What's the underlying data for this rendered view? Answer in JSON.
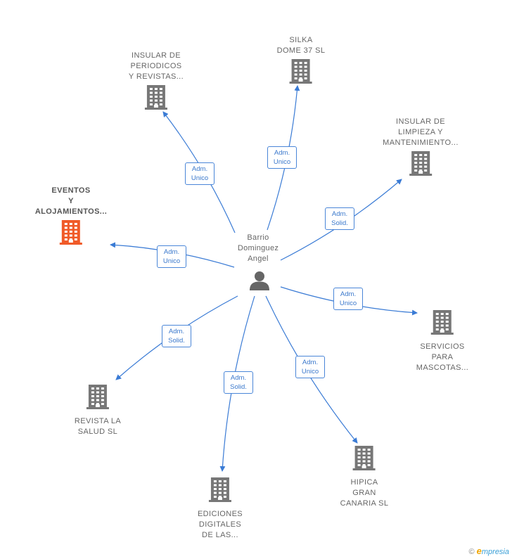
{
  "center": {
    "name_lines": [
      "Barrio",
      "Dominguez",
      "Angel"
    ],
    "icon": "person-icon"
  },
  "colors": {
    "edge": "#3a7bd5",
    "building": "#777777",
    "building_highlight": "#f05a28",
    "badge_border": "#4a86d8",
    "badge_text": "#3a78cc"
  },
  "companies": [
    {
      "id": "insular-periodicos",
      "label_lines": [
        "INSULAR DE",
        "PERIODICOS",
        "Y REVISTAS..."
      ],
      "role_lines": [
        "Adm.",
        "Unico"
      ],
      "highlight": false
    },
    {
      "id": "silka-dome",
      "label_lines": [
        "SILKA",
        "DOME 37  SL"
      ],
      "role_lines": [
        "Adm.",
        "Unico"
      ],
      "highlight": false
    },
    {
      "id": "insular-limpieza",
      "label_lines": [
        "INSULAR DE",
        "LIMPIEZA Y",
        "MANTENIMIENTO..."
      ],
      "role_lines": [
        "Adm.",
        "Solid."
      ],
      "highlight": false
    },
    {
      "id": "eventos-alojamientos",
      "label_lines": [
        "EVENTOS",
        "Y",
        "ALOJAMIENTOS..."
      ],
      "role_lines": [
        "Adm.",
        "Unico"
      ],
      "highlight": true
    },
    {
      "id": "servicios-mascotas",
      "label_lines": [
        "SERVICIOS",
        "PARA",
        "MASCOTAS..."
      ],
      "role_lines": [
        "Adm.",
        "Unico"
      ],
      "highlight": false
    },
    {
      "id": "revista-salud",
      "label_lines": [
        "REVISTA LA",
        "SALUD SL"
      ],
      "role_lines": [
        "Adm.",
        "Solid."
      ],
      "highlight": false
    },
    {
      "id": "ediciones-digitales",
      "label_lines": [
        "EDICIONES",
        "DIGITALES",
        "DE LAS..."
      ],
      "role_lines": [
        "Adm.",
        "Solid."
      ],
      "highlight": false
    },
    {
      "id": "hipica-gran-canaria",
      "label_lines": [
        "HIPICA",
        "GRAN",
        "CANARIA SL"
      ],
      "role_lines": [
        "Adm.",
        "Unico"
      ],
      "highlight": false
    }
  ],
  "footer": {
    "copyright": "©",
    "brand_initial": "e",
    "brand_rest": "mpresia"
  }
}
